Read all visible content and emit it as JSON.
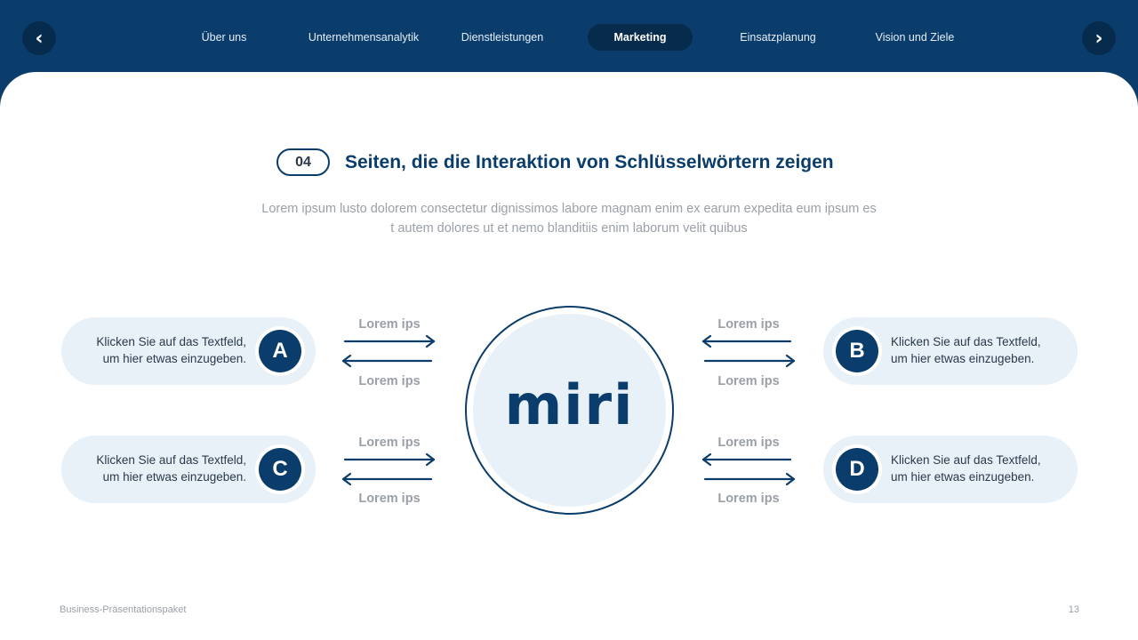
{
  "nav": {
    "prev_icon": "chevron-left-icon",
    "next_icon": "chevron-right-icon",
    "prev_glyph": "‹",
    "next_glyph": "›",
    "items": [
      {
        "label": "Über uns"
      },
      {
        "label": "Unternehmensanalytik"
      },
      {
        "label": "Dienstleistungen"
      },
      {
        "label": "Marketing",
        "active": true
      },
      {
        "label": "Einsatzplanung"
      },
      {
        "label": "Vision und Ziele"
      }
    ]
  },
  "slide": {
    "number": "04",
    "title": "Seiten, die die Interaktion von Schlüsselwörtern zeigen",
    "subtitle_line1": "Lorem ipsum lusto dolorem consectetur dignissimos labore magnam enim ex earum expedita eum ipsum es",
    "subtitle_line2": "t autem dolores ut et nemo blanditiis enim laborum velit quibus"
  },
  "diagram": {
    "center_logo": "miri",
    "cards": [
      {
        "letter": "A",
        "line1": "Klicken Sie auf das Textfeld,",
        "line2": "um hier etwas einzugeben."
      },
      {
        "letter": "B",
        "line1": "Klicken Sie auf das Textfeld,",
        "line2": "um hier etwas einzugeben."
      },
      {
        "letter": "C",
        "line1": "Klicken Sie auf das Textfeld,",
        "line2": "um hier etwas einzugeben."
      },
      {
        "letter": "D",
        "line1": "Klicken Sie auf das Textfeld,",
        "line2": "um hier etwas einzugeben."
      }
    ],
    "arrow_labels": [
      {
        "top": "Lorem ips",
        "bottom": "Lorem ips"
      },
      {
        "top": "Lorem ips",
        "bottom": "Lorem ips"
      },
      {
        "top": "Lorem ips",
        "bottom": "Lorem ips"
      },
      {
        "top": "Lorem ips",
        "bottom": "Lorem ips"
      }
    ]
  },
  "footer": {
    "left": "Business-Präsentationspaket",
    "page": "13"
  },
  "colors": {
    "primary": "#0a3d6b",
    "card_bg": "#e8f0f8",
    "muted_text": "#9aa0a8"
  }
}
